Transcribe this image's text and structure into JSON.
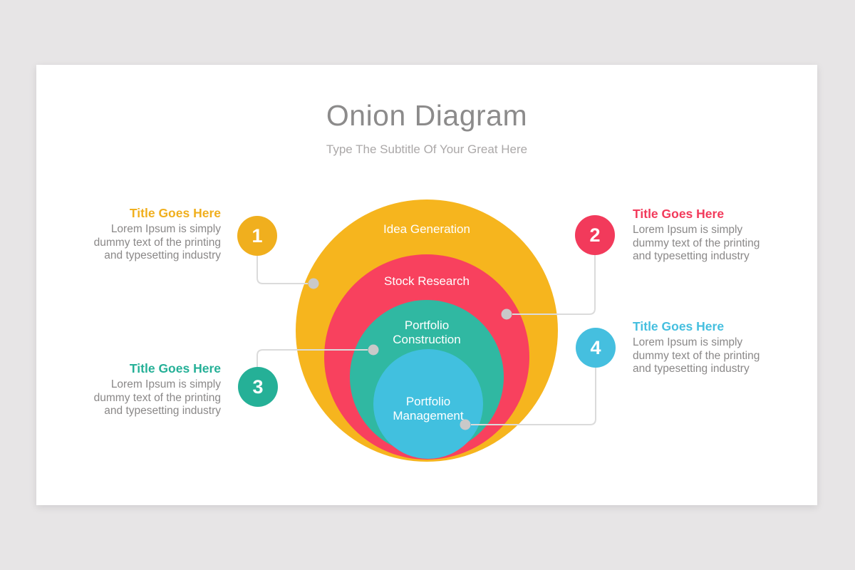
{
  "header": {
    "title": "Onion Diagram",
    "subtitle": "Type The Subtitle Of Your Great Here"
  },
  "onion": {
    "layers": [
      {
        "label": "Idea Generation",
        "color": "#F6B51E"
      },
      {
        "label": "Stock Research",
        "color": "#F8415E"
      },
      {
        "label": [
          "Portfolio",
          "Construction"
        ],
        "color": "#30B8A2"
      },
      {
        "label": [
          "Portfolio",
          "Management"
        ],
        "color": "#41C0DF"
      }
    ]
  },
  "callouts": [
    {
      "number": "1",
      "title": "Title Goes Here",
      "body": [
        "Lorem Ipsum is simply",
        "dummy text of the printing",
        "and typesetting industry"
      ],
      "color": "#F0AF1E"
    },
    {
      "number": "2",
      "title": "Title Goes Here",
      "body": [
        "Lorem Ipsum is simply",
        "dummy text of the printing",
        "and typesetting industry"
      ],
      "color": "#F23A5B"
    },
    {
      "number": "3",
      "title": "Title Goes Here",
      "body": [
        "Lorem Ipsum is simply",
        "dummy text of the printing",
        "and typesetting industry"
      ],
      "color": "#25B097"
    },
    {
      "number": "4",
      "title": "Title Goes Here",
      "body": [
        "Lorem Ipsum is simply",
        "dummy text of the printing",
        "and typesetting industry"
      ],
      "color": "#45BFDF"
    }
  ],
  "colors": {
    "page_background": "#E7E5E6",
    "slide_background": "#FFFFFF",
    "title_text": "#8C8B8B",
    "subtitle_text": "#ABA8A8",
    "body_text": "#8A8888",
    "onion_label_text": "#FFFFFF",
    "connector_line": "#DBDBDB",
    "connector_dot": "#C9C9C9"
  }
}
